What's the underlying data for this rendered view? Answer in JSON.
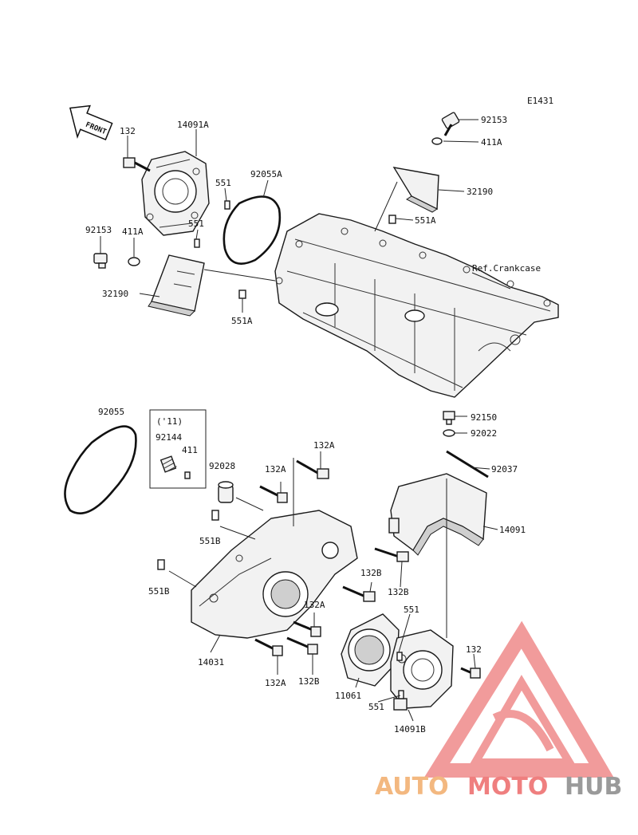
{
  "diagram_code": "E1431",
  "front_label": "FRONT",
  "reference_note": "Ref.Crankcase",
  "year_box": {
    "year": "('11)",
    "part_a": "92144",
    "part_b": "411"
  },
  "callouts": {
    "c_132_top": "132",
    "c_14091A": "14091A",
    "c_551_a": "551",
    "c_551_b": "551",
    "c_92055A": "92055A",
    "c_92153_left": "92153",
    "c_411A_left": "411A",
    "c_32190_left": "32190",
    "c_551A_left": "551A",
    "c_92153_right": "92153",
    "c_411A_right": "411A",
    "c_32190_right": "32190",
    "c_551A_right": "551A",
    "c_92055": "92055",
    "c_92028": "92028",
    "c_551B_upper": "551B",
    "c_551B_lower": "551B",
    "c_132A_a": "132A",
    "c_132A_b": "132A",
    "c_132A_c": "132A",
    "c_132A_d": "132A",
    "c_132B_a": "132B",
    "c_132B_b": "132B",
    "c_132B_c": "132B",
    "c_14031": "14031",
    "c_92150": "92150",
    "c_92022": "92022",
    "c_92037": "92037",
    "c_14091": "14091",
    "c_551_c": "551",
    "c_551_d": "551",
    "c_132_right": "132",
    "c_11061": "11061",
    "c_14091B": "14091B"
  },
  "watermark": {
    "brand_part1": "AUTO",
    "brand_part2": "MOTO",
    "brand_part3": "HUB",
    "color_part1": "#f3b880",
    "color_part2": "#ef7f7f",
    "color_part3": "#9a9a9a",
    "triangle_color": "#ef8a8a"
  }
}
